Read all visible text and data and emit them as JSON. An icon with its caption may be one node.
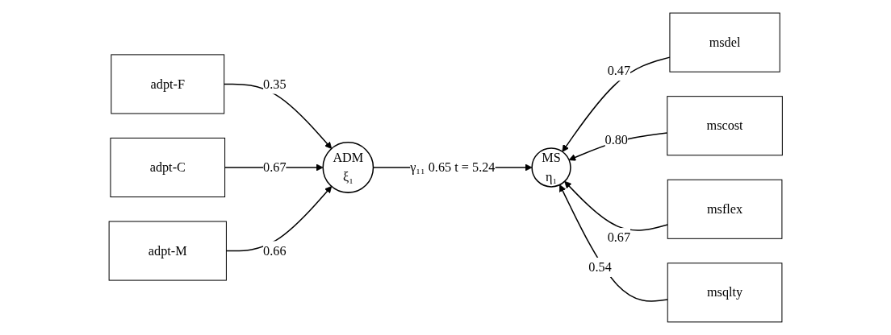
{
  "diagram": {
    "nodes": [
      {
        "text": [
          "adpt-F"
        ]
      },
      {
        "text": [
          "adpt-C"
        ]
      },
      {
        "text": [
          "adpt-M"
        ]
      },
      {
        "text": [
          "ADM",
          "ξ₁"
        ]
      },
      {
        "text": [
          "MS",
          "η₁"
        ]
      },
      {
        "text": [
          "msdel"
        ]
      },
      {
        "text": [
          "mscost"
        ]
      },
      {
        "text": [
          "msflex"
        ]
      },
      {
        "text": [
          "msqlty"
        ]
      }
    ],
    "edges": [
      {
        "from": 0,
        "to": 3,
        "arrow": "to",
        "label": "0.35"
      },
      {
        "from": 1,
        "to": 3,
        "arrow": "to",
        "label": "0.67"
      },
      {
        "from": 2,
        "to": 3,
        "arrow": "to",
        "label": "0.66"
      },
      {
        "from": 3,
        "to": 4,
        "arrow": "to",
        "label": "γ₁₁ 0.65 t = 5.24"
      },
      {
        "from": 5,
        "to": 4,
        "arrow": "to",
        "label": "0.47"
      },
      {
        "from": 6,
        "to": 4,
        "arrow": "to",
        "label": "0.80"
      },
      {
        "from": 7,
        "to": 4,
        "arrow": "to",
        "label": "0.67"
      },
      {
        "from": 8,
        "to": 4,
        "arrow": "to",
        "label": "0.54"
      }
    ]
  }
}
